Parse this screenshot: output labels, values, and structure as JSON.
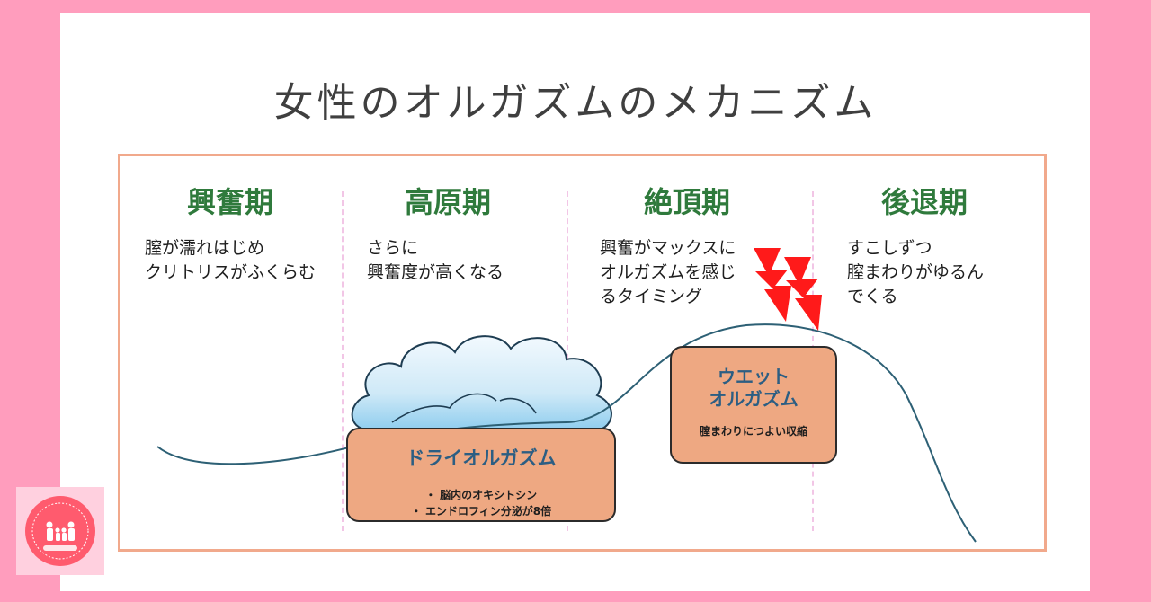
{
  "title": "女性のオルガズムのメカニズム",
  "phases": [
    {
      "name": "興奮期",
      "desc": [
        "膣が濡れはじめ",
        "クリトリスがふくらむ"
      ]
    },
    {
      "name": "高原期",
      "desc": [
        "さらに",
        "興奮度が高くなる"
      ]
    },
    {
      "name": "絶頂期",
      "desc": [
        "興奮がマックスに",
        "オルガズムを感じ",
        "るタイミング"
      ]
    },
    {
      "name": "後退期",
      "desc": [
        "すこしずつ",
        "膣まわりがゆるん",
        "でくる"
      ]
    }
  ],
  "dry_box": {
    "title": "ドライオルガズム",
    "bullets": [
      "・ 脳内のオキシトシン",
      "・ エンドロフィン分泌が8倍"
    ]
  },
  "wet_box": {
    "title_lines": [
      "ウエット",
      "オルガズム"
    ],
    "note": "膣まわりにつよい収縮"
  },
  "colors": {
    "background": "#ff9dbd",
    "phase_heading": "#2f7a3c",
    "frame": "#f1a98c",
    "box_fill": "#eea882",
    "box_title": "#2c5e83",
    "curve": "#2d6075",
    "lightning": "#ff1a1a",
    "cloud_top": "#eef7fd",
    "cloud_bottom": "#7ec6ec"
  },
  "icons": {
    "lightning": "lightning-bolt-icon",
    "cloud": "cloud-icon",
    "logo": "family-logo-icon"
  }
}
